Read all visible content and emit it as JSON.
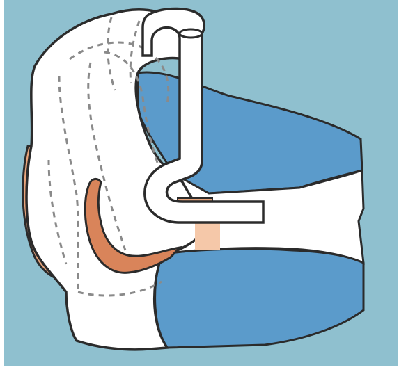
{
  "diagram": {
    "colors": {
      "background": "#ffffff",
      "panel": "#8fc0cf",
      "canal_blue": "#5b9bcb",
      "concha_skin": "#e8a57c",
      "ear_white": "#ffffff",
      "outline": "#2b2b2b",
      "dashed": "#8a8a8a",
      "tube_orange": "#d9845a"
    },
    "icons": [
      "ear-outline",
      "earmold-tube",
      "ear-canal",
      "dashed-earmold-outline"
    ]
  }
}
